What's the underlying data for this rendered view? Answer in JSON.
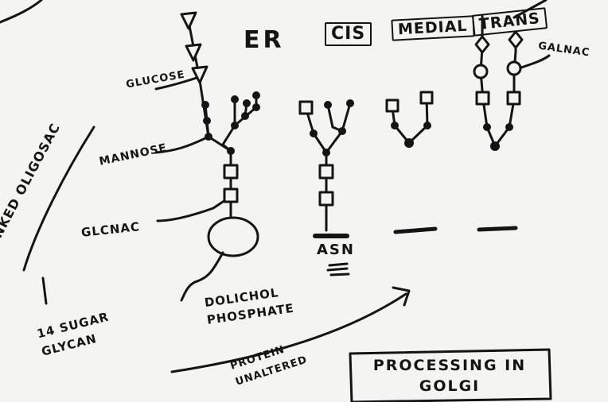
{
  "labels": {
    "er": "ER",
    "cis": "CIS",
    "medial": "MEDIAL",
    "trans": "TRANS",
    "galnac": "GALNAC",
    "glucose": "GLUCOSE",
    "mannose": "MANNOSE",
    "glcnac": "GLCNAC",
    "nlinked": "N-LINKED OLIGOSAC",
    "sugar_glycan": "14 SUGAR GLYCAN",
    "dolichol": "DOLICHOL PHOSPHATE",
    "asn": "ASN",
    "protein_unaltered": "PROTEIN UNALTERED",
    "processing": "PROCESSING IN GOLGI"
  },
  "colors": {
    "ink": "#141414",
    "paper": "#f4f4f2"
  }
}
